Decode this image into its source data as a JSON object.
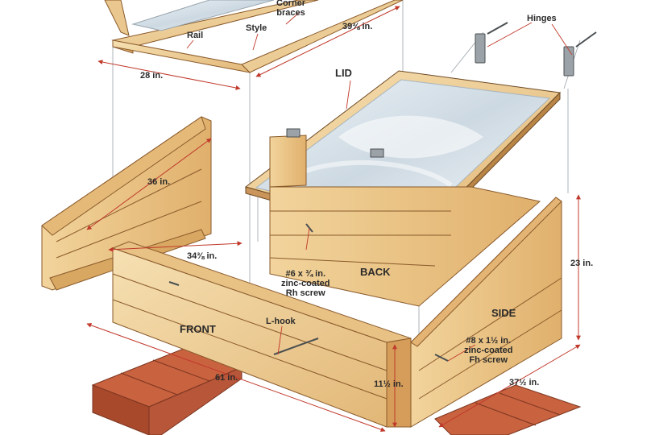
{
  "labels": {
    "corner_braces": "Corner\nbraces",
    "rail": "Rail",
    "style": "Style",
    "dim_39": "39⅜ in.",
    "dim_28": "28 in.",
    "hinges": "Hinges",
    "lid": "LID",
    "dim_36": "36 in.",
    "dim_34": "34⅜ in.",
    "rh_screw": "#6 x ¾ in.\nzinc-coated\nRh screw",
    "back": "BACK",
    "dim_23": "23 in.",
    "front": "FRONT",
    "l_hook": "L-hook",
    "side": "SIDE",
    "fh_screw": "#8 x 1½ in.\nzinc-coated\nFh screw",
    "dim_61": "61 in.",
    "dim_11": "11½ in.",
    "dim_37": "37½ in."
  },
  "colors": {
    "wood_light": "#f3d9a6",
    "wood_mid": "#e6be7c",
    "wood_dark": "#c9955a",
    "edge": "#8a5a2b",
    "brick": "#c9623f",
    "dim_line": "#c0392b",
    "glass": "#dfe9f0"
  }
}
